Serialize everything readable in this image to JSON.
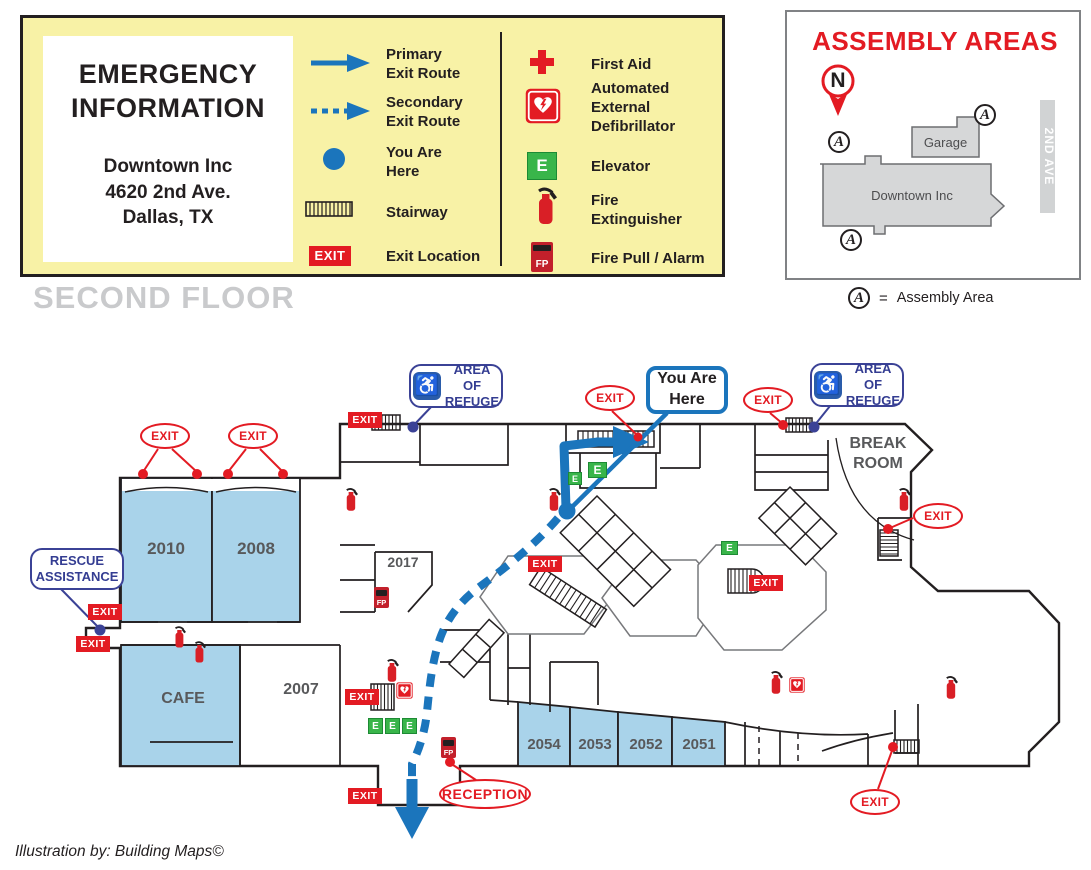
{
  "legend": {
    "title": "EMERGENCY\nINFORMATION",
    "address": "Downtown Inc\n4620 2nd Ave.\nDallas, TX",
    "items_left": [
      {
        "icon": "primary-exit-route-icon",
        "label": "Primary\nExit Route"
      },
      {
        "icon": "secondary-exit-route-icon",
        "label": "Secondary\nExit Route"
      },
      {
        "icon": "you-are-here-icon",
        "label": "You Are\nHere"
      },
      {
        "icon": "stairway-icon",
        "label": "Stairway"
      },
      {
        "icon": "exit-location-icon",
        "label": "Exit Location"
      }
    ],
    "items_right": [
      {
        "icon": "first-aid-icon",
        "label": "First Aid"
      },
      {
        "icon": "aed-icon",
        "label": "Automated\nExternal\nDefibrillator"
      },
      {
        "icon": "elevator-icon",
        "label": "Elevator"
      },
      {
        "icon": "fire-extinguisher-icon",
        "label": "Fire\nExtinguisher"
      },
      {
        "icon": "fire-pull-icon",
        "label": "Fire Pull / Alarm"
      }
    ],
    "exit_badge": "EXIT",
    "elevator_letter": "E",
    "fire_pull_letters": "FP"
  },
  "assembly": {
    "title": "ASSEMBLY AREAS",
    "north_letter": "N",
    "buildings": {
      "garage": "Garage",
      "main": "Downtown Inc"
    },
    "street": "2ND AVE",
    "marker_letter": "A",
    "caption_equals": "=",
    "caption": "Assembly Area"
  },
  "floor_title": "SECOND FLOOR",
  "credit": "Illustration by:  Building Maps©",
  "map": {
    "exit_label": "EXIT",
    "elevator_letter": "E",
    "fire_pull_letters": "FP",
    "icons": {
      "wheelchair": "♿"
    },
    "rooms": {
      "r2010": "2010",
      "r2008": "2008",
      "r2017": "2017",
      "r2007": "2007",
      "cafe": "CAFE",
      "r2054": "2054",
      "r2053": "2053",
      "r2052": "2052",
      "r2051": "2051",
      "break_room": "BREAK\nROOM"
    },
    "callouts": {
      "you_are_here": "You Are\nHere",
      "area_of_refuge": "AREA OF\nREFUGE",
      "rescue_assistance": "RESCUE\nASSISTANCE",
      "reception": "RECEPTION"
    }
  },
  "colors": {
    "route_blue": "#1b75bc",
    "exit_red": "#e31b23",
    "elevator_green": "#39b54a",
    "room_blue": "#a9d3ea",
    "legend_yellow": "#f8f2a6",
    "callout_navy": "#3b4296"
  }
}
